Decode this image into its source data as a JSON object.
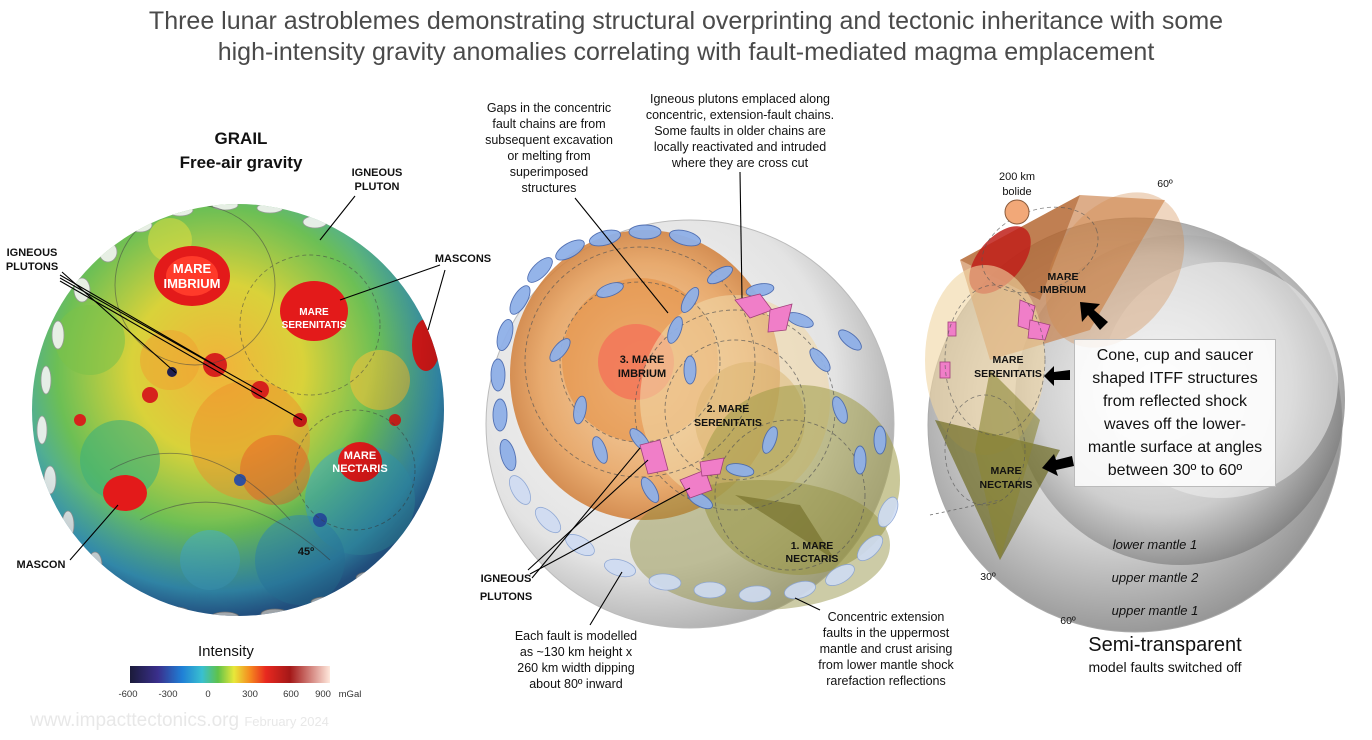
{
  "title": {
    "line1": "Three lunar astroblemes demonstrating structural overprinting and tectonic inheritance with some",
    "line2": "high-intensity gravity anomalies correlating with fault-mediated magma emplacement"
  },
  "left_panel": {
    "heading1": "GRAIL",
    "heading2": "Free-air gravity",
    "igneous_pluton": [
      "IGNEOUS",
      "PLUTON"
    ],
    "igneous_plutons": [
      "IGNEOUS",
      "PLUTONS"
    ],
    "mascons": "MASCONS",
    "mascon": "MASCON",
    "mare_imbrium": [
      "MARE",
      "IMBRIUM"
    ],
    "mare_serenitatis": [
      "MARE",
      "SERENITATIS"
    ],
    "mare_nectaris": [
      "MARE",
      "NECTARIS"
    ],
    "angle": "45º"
  },
  "colorbar": {
    "label": "Intensity",
    "ticks": [
      "-600",
      "-300",
      "0",
      "300",
      "600",
      "900"
    ],
    "unit": "mGal",
    "colors": [
      "#1b1b3a",
      "#3a2f8c",
      "#1f7fd6",
      "#39c0d0",
      "#5fc24a",
      "#e8e83a",
      "#f58a1f",
      "#e8281f",
      "#a41818",
      "#ffe8dc"
    ]
  },
  "middle_panel": {
    "note_gaps": [
      "Gaps in the concentric",
      "fault chains are from",
      "subsequent excavation",
      "or melting from",
      "superimposed",
      "structures"
    ],
    "note_plutons": [
      "Igneous plutons emplaced along",
      "concentric, extension-fault chains.",
      "Some faults in older chains are",
      "locally reactivated and intruded",
      "where they are cross cut"
    ],
    "label_imbrium": [
      "3. MARE",
      "IMBRIUM"
    ],
    "label_serenitatis": [
      "2. MARE",
      "SERENITATIS"
    ],
    "label_nectaris": [
      "1. MARE",
      "NECTARIS"
    ],
    "igneous_plutons": [
      "IGNEOUS",
      "PLUTONS"
    ],
    "note_fault": [
      "Each fault is modelled",
      "as ~130 km height x",
      "260 km width dipping",
      "about 80º inward"
    ],
    "note_concentric": [
      "Concentric extension",
      "faults in the uppermost",
      "mantle and crust arising",
      "from lower mantle shock",
      "rarefaction reflections"
    ]
  },
  "right_panel": {
    "bolide": [
      "200 km",
      "bolide"
    ],
    "angle_60_top": "60º",
    "angle_30": "30º",
    "angle_60_bottom": "60º",
    "mare_imbrium": [
      "MARE",
      "IMBRIUM"
    ],
    "mare_serenitatis": [
      "MARE",
      "SERENITATIS"
    ],
    "mare_nectaris": [
      "MARE",
      "NECTARIS"
    ],
    "itff": [
      "Cone, cup and saucer",
      "shaped ITFF structures",
      "from reflected shock",
      "waves off the lower-",
      "mantle surface at angles",
      "between 30º to 60º"
    ],
    "lower_mantle_1": "lower mantle 1",
    "upper_mantle_2": "upper mantle 2",
    "upper_mantle_1": "upper mantle 1",
    "semi_transparent": "Semi-transparent",
    "faults_off": "model faults switched off"
  },
  "watermark": {
    "site": "www.impacttectonics.org",
    "date": "February 2024"
  }
}
